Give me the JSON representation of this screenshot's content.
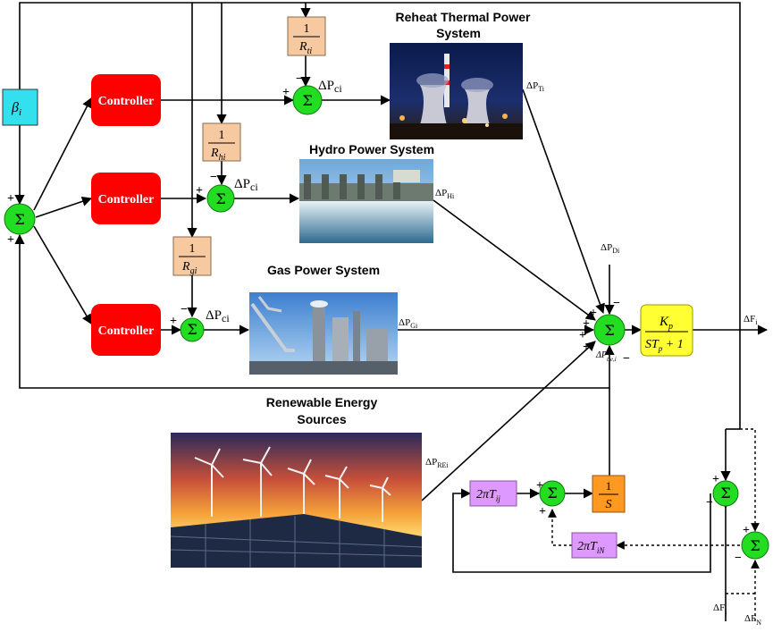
{
  "titles": {
    "reheat_l1": "Reheat Thermal Power",
    "reheat_l2": "System",
    "hydro": "Hydro Power System",
    "gas": "Gas Power System",
    "renewable_l1": "Renewable Energy",
    "renewable_l2": "Sources"
  },
  "controller_label": "Controller",
  "sum_symbol": "Σ",
  "beta": {
    "base": "β",
    "sub": "i"
  },
  "droops": {
    "one": "1",
    "rti": {
      "base": "R",
      "sub": "ti"
    },
    "rhi": {
      "base": "R",
      "sub": "hi"
    },
    "rgi": {
      "base": "R",
      "sub": "gi"
    }
  },
  "signals": {
    "dpci_base": "ΔP",
    "dpci_sub": "ci",
    "dpti_base": "ΔP",
    "dpti_sub": "Ti",
    "dphi_base": "ΔP",
    "dphi_sub": "Hi",
    "dpgi_base": "ΔP",
    "dpgi_sub": "Gi",
    "dpdi_base": "ΔP",
    "dpdi_sub": "Di",
    "dprei_base": "ΔP",
    "dprei_sub": "REi",
    "dptie_base": "ΔP",
    "dptie_sub": "tie,i",
    "dfi_base": "ΔF",
    "dfi_sub": "i",
    "dfj_base": "ΔF",
    "dfj_sub": "j",
    "dfn_base": "ΔF",
    "dfn_sub": "N"
  },
  "transfer": {
    "num_base": "K",
    "num_sub": "p",
    "den_pre": "ST",
    "den_sub": "p",
    "den_post": " + 1"
  },
  "integrator": {
    "num": "1",
    "den": "S"
  },
  "tie_gain_ij": {
    "pre": "2πT",
    "sub": "ij"
  },
  "tie_gain_in": {
    "pre": "2πT",
    "sub": "iN"
  },
  "signs": {
    "plus": "+",
    "minus": "−"
  },
  "colors": {
    "controller": "#ff0000",
    "sum": "#22dd22",
    "beta": "#33e0ee",
    "droop": "#f7c9a1",
    "transfer": "#ffff33",
    "integrator": "#ff9922",
    "tie_gain": "#dd99ff"
  }
}
